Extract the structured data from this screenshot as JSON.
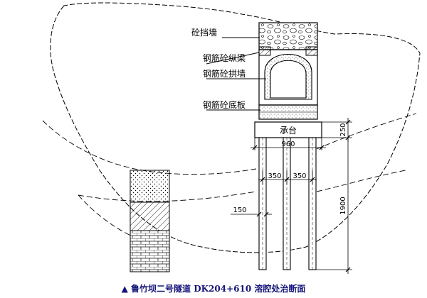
{
  "labels": {
    "retaining_wall": "砼挡墙",
    "longitudinal_beam": "钢筋砼纵梁",
    "arch_wall": "钢筋砼拱墙",
    "base_slab": "钢筋砼底板",
    "pile_cap": "承台"
  },
  "dimensions": {
    "d250": "250",
    "d960": "960",
    "d350_left": "350",
    "d350_right": "350",
    "d150": "150",
    "d1900": "1900"
  },
  "caption": {
    "marker": "▲",
    "text": "鲁竹坝二号隧道 DK204+610 溶腔处治断面"
  },
  "colors": {
    "line": "#000000",
    "caption": "#14147a",
    "background": "#ffffff"
  }
}
